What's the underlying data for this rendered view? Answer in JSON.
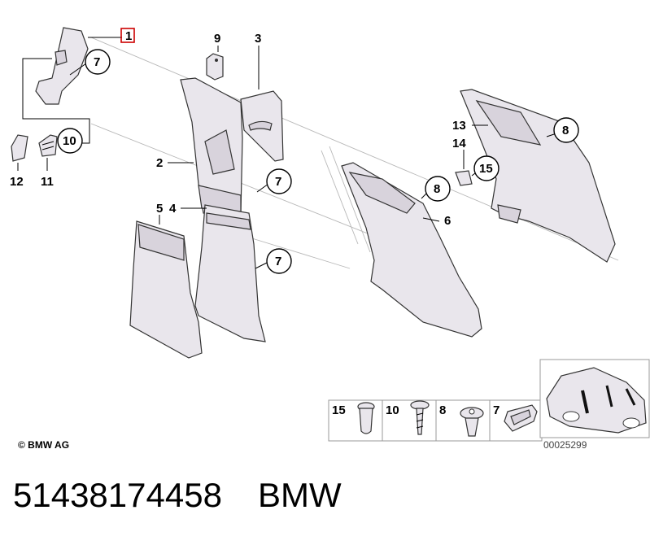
{
  "callouts": {
    "n1": "1",
    "n2": "2",
    "n3": "3",
    "n4": "4",
    "n5": "5",
    "n6": "6",
    "n7": "7",
    "n8": "8",
    "n9": "9",
    "n10": "10",
    "n11": "11",
    "n12": "12",
    "n13": "13",
    "n14": "14",
    "n15": "15"
  },
  "fastener_table": {
    "col1": "15",
    "col2": "10",
    "col3": "8",
    "col4": "7"
  },
  "copyright": "© BMW AG",
  "image_number": "00025299",
  "footer": {
    "part_number": "51438174458",
    "brand": "BMW"
  },
  "colors": {
    "part_fill": "#e9e6ec",
    "outline": "#333333",
    "highlight_box": "#cc0000"
  }
}
